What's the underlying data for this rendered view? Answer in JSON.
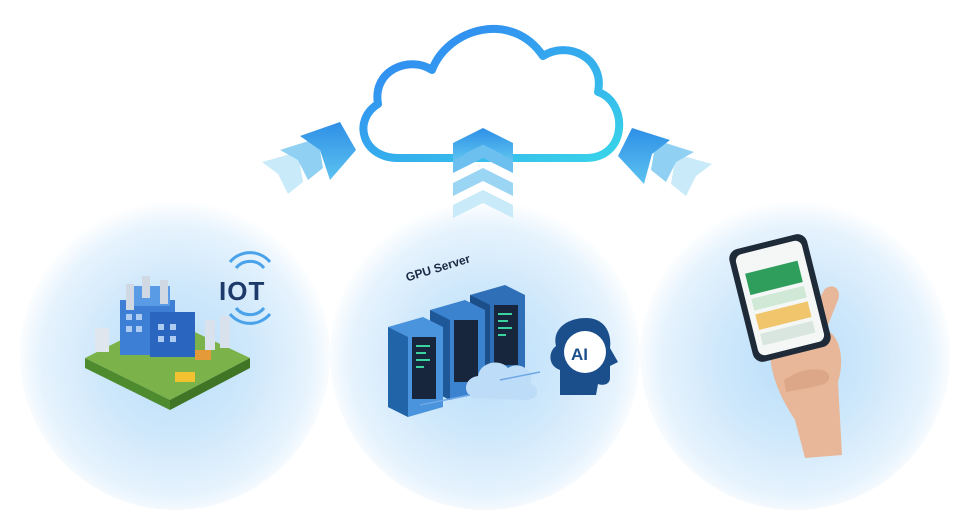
{
  "diagram": {
    "iot_label": "IOT",
    "gpu_label": "GPU Server",
    "ai_label": "AI"
  },
  "colors": {
    "cloud_gradient_start": "#2f7ff2",
    "cloud_gradient_end": "#39d4e9",
    "arrow_dark": "#3aa0ea",
    "arrow_light": "#a9dcf5",
    "glow": "#cfe8fb"
  },
  "icons": [
    "cloud-icon",
    "arrow-up-left-icon",
    "arrow-up-icon",
    "arrow-up-right-icon",
    "factory-iot-icon",
    "gpu-server-icon",
    "ai-head-icon",
    "smartphone-hand-icon"
  ]
}
